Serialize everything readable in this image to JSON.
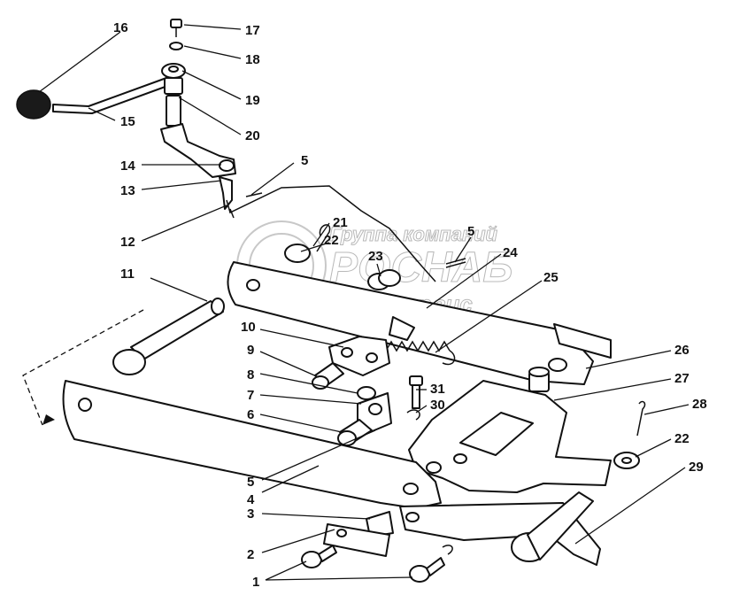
{
  "watermark": {
    "line1": "Группа компаний",
    "line2": "РОСНАБ",
    "line3": "Техсервис"
  },
  "callouts": [
    {
      "id": "16",
      "label": "16"
    },
    {
      "id": "17",
      "label": "17"
    },
    {
      "id": "18",
      "label": "18"
    },
    {
      "id": "19",
      "label": "19"
    },
    {
      "id": "15",
      "label": "15"
    },
    {
      "id": "20",
      "label": "20"
    },
    {
      "id": "14",
      "label": "14"
    },
    {
      "id": "5a",
      "label": "5"
    },
    {
      "id": "13",
      "label": "13"
    },
    {
      "id": "12",
      "label": "12"
    },
    {
      "id": "21",
      "label": "21"
    },
    {
      "id": "22a",
      "label": "22"
    },
    {
      "id": "5b",
      "label": "5"
    },
    {
      "id": "23",
      "label": "23"
    },
    {
      "id": "24",
      "label": "24"
    },
    {
      "id": "11",
      "label": "11"
    },
    {
      "id": "25",
      "label": "25"
    },
    {
      "id": "10",
      "label": "10"
    },
    {
      "id": "9",
      "label": "9"
    },
    {
      "id": "26",
      "label": "26"
    },
    {
      "id": "8",
      "label": "8"
    },
    {
      "id": "27",
      "label": "27"
    },
    {
      "id": "31",
      "label": "31"
    },
    {
      "id": "7",
      "label": "7"
    },
    {
      "id": "30",
      "label": "30"
    },
    {
      "id": "28",
      "label": "28"
    },
    {
      "id": "6",
      "label": "6"
    },
    {
      "id": "22b",
      "label": "22"
    },
    {
      "id": "5c",
      "label": "5"
    },
    {
      "id": "29",
      "label": "29"
    },
    {
      "id": "4",
      "label": "4"
    },
    {
      "id": "3",
      "label": "3"
    },
    {
      "id": "2",
      "label": "2"
    },
    {
      "id": "1",
      "label": "1"
    }
  ]
}
